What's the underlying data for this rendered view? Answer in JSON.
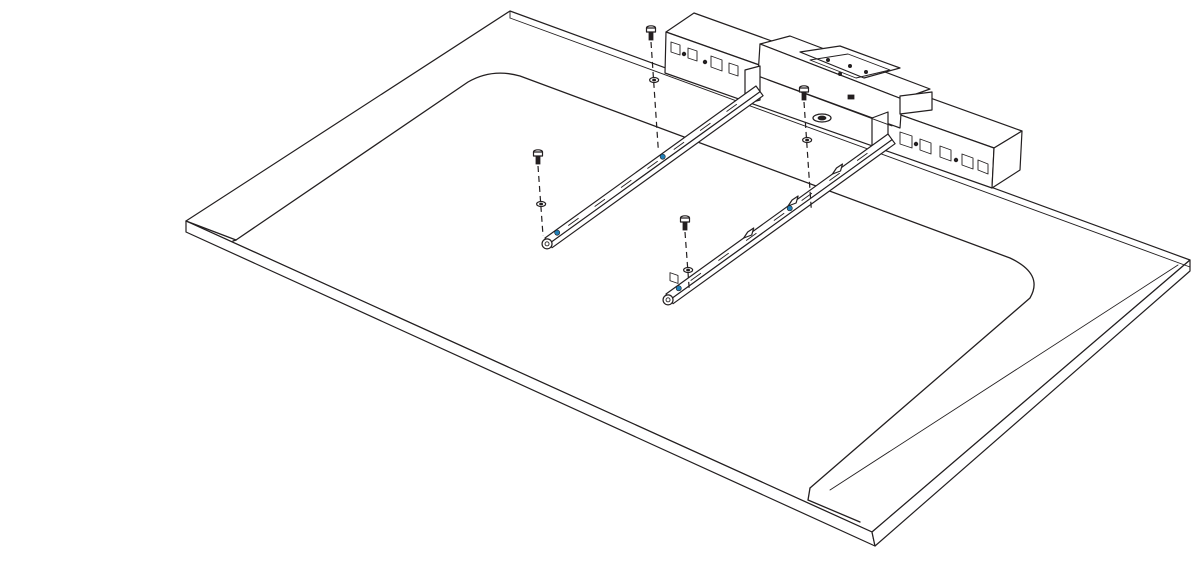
{
  "colors": {
    "line": "#231f20",
    "background": "#ffffff",
    "accent": "#1f7fb8"
  },
  "icons": {
    "screw": "screw-icon",
    "washer": "washer-icon",
    "bracket": "mounting-bracket",
    "device": "video-bar-device"
  },
  "diagram": {
    "step_text": "",
    "screw_count": 4,
    "washer_count": 4,
    "bracket_count": 2
  }
}
